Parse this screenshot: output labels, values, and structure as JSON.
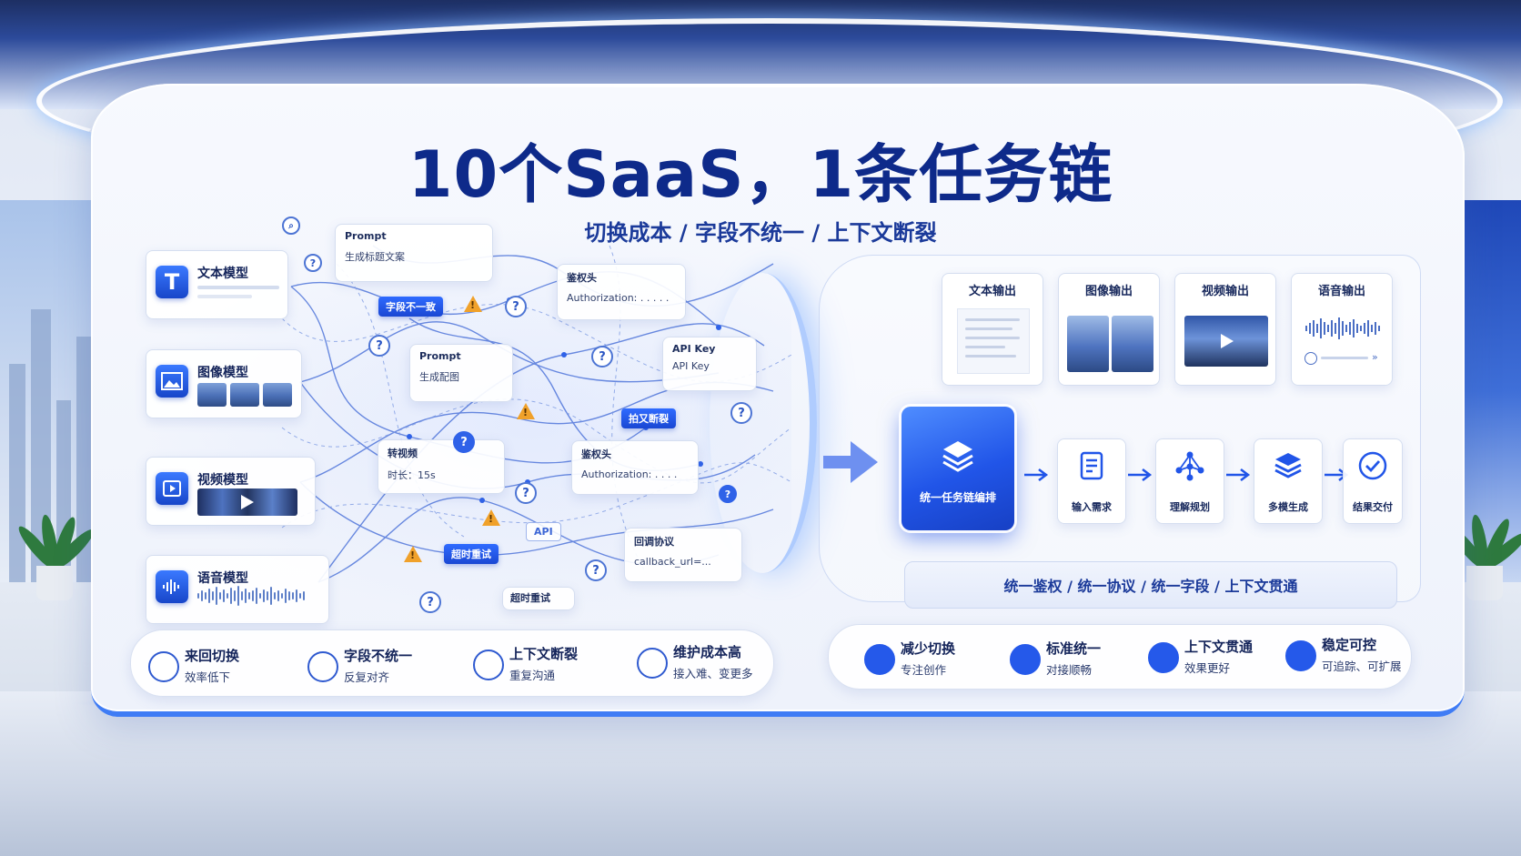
{
  "title": "10个SaaS，1条任务链",
  "subtitle": "切换成本 / 字段不统一 / 上下文断裂",
  "models": [
    {
      "label": "文本模型",
      "icon": "text-icon",
      "glyph": "T"
    },
    {
      "label": "图像模型",
      "icon": "image-icon"
    },
    {
      "label": "视频模型",
      "icon": "video-icon"
    },
    {
      "label": "语音模型",
      "icon": "audio-wave-icon"
    }
  ],
  "chaos_cards": {
    "prompt1": {
      "title": "Prompt",
      "value": "生成标题文案"
    },
    "header1": {
      "title": "鉴权头",
      "value": "Authorization: . . . . ."
    },
    "prompt2": {
      "title": "Prompt",
      "value": "生成配图"
    },
    "apikey": {
      "line1": "API Key",
      "line2": "API Key"
    },
    "video": {
      "title": "转视频",
      "value": "时长：15s"
    },
    "header2": {
      "title": "鉴权头",
      "value": "Authorization: . . . ."
    },
    "callback": {
      "title": "回调协议",
      "value": "callback_url=..."
    }
  },
  "chaos_tags": {
    "field_mismatch": "字段不一致",
    "context_break": "拍又断裂",
    "timeout_retry": "超时重试",
    "timeout_retry2": "超时重试",
    "api_hint": "API"
  },
  "outputs": [
    {
      "label": "文本输出"
    },
    {
      "label": "图像输出"
    },
    {
      "label": "视频输出"
    },
    {
      "label": "语音输出"
    }
  ],
  "core": {
    "label": "统一任务链编排",
    "icon": "layers-icon"
  },
  "steps": [
    {
      "label": "输入需求",
      "icon": "document-icon"
    },
    {
      "label": "理解规划",
      "icon": "network-icon"
    },
    {
      "label": "多模生成",
      "icon": "layers-icon"
    },
    {
      "label": "结果交付",
      "icon": "check-circle-icon"
    }
  ],
  "unify_bar": "统一鉴权 / 统一协议 / 统一字段 / 上下文贯通",
  "pains": [
    {
      "title": "来回切换",
      "sub": "效率低下",
      "icon": "timer-icon"
    },
    {
      "title": "字段不统一",
      "sub": "反复对齐",
      "icon": "clipboard-icon"
    },
    {
      "title": "上下文断裂",
      "sub": "重复沟通",
      "icon": "monitor-icon"
    },
    {
      "title": "维护成本高",
      "sub": "接入难、变更多",
      "icon": "gear-icon"
    }
  ],
  "gains": [
    {
      "title": "减少切换",
      "sub": "专注创作",
      "icon": "check-icon"
    },
    {
      "title": "标准统一",
      "sub": "对接顺畅",
      "icon": "check-icon"
    },
    {
      "title": "上下文贯通",
      "sub": "效果更好",
      "icon": "check-icon"
    },
    {
      "title": "稳定可控",
      "sub": "可追踪、可扩展",
      "icon": "check-icon"
    }
  ],
  "colors": {
    "brand_blue": "#2155e8",
    "title_navy": "#0e2a8a",
    "warning": "#f0a12a"
  }
}
